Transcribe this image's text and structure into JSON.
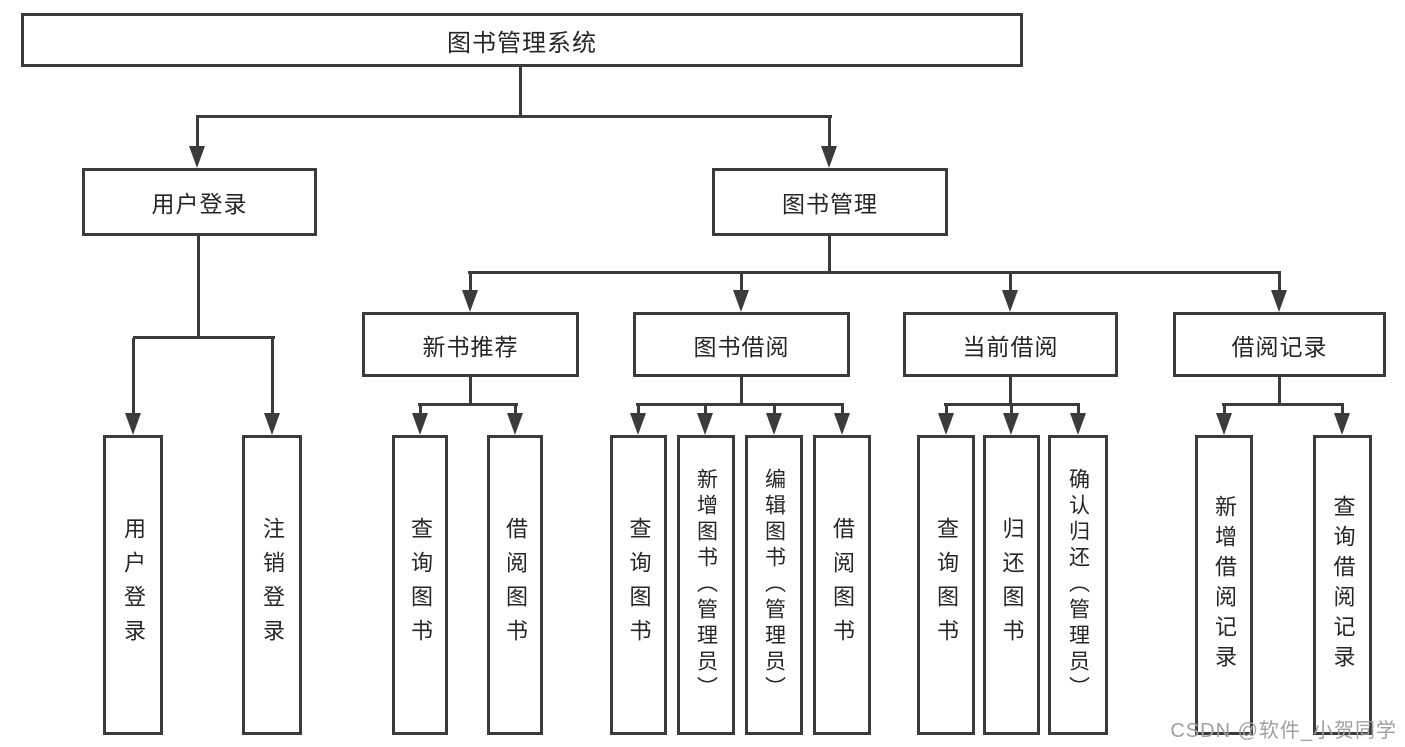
{
  "tree": {
    "root": {
      "label": "图书管理系统"
    },
    "branches": [
      {
        "label": "用户登录",
        "children": [
          {
            "label": "用户登录"
          },
          {
            "label": "注销登录"
          }
        ]
      },
      {
        "label": "图书管理",
        "children": [
          {
            "label": "新书推荐",
            "children": [
              {
                "label": "查询图书"
              },
              {
                "label": "借阅图书"
              }
            ]
          },
          {
            "label": "图书借阅",
            "children": [
              {
                "label": "查询图书"
              },
              {
                "label": "新增图书（管理员）"
              },
              {
                "label": "编辑图书（管理员）"
              },
              {
                "label": "借阅图书"
              }
            ]
          },
          {
            "label": "当前借阅",
            "children": [
              {
                "label": "查询图书"
              },
              {
                "label": "归还图书"
              },
              {
                "label": "确认归还（管理员）"
              }
            ]
          },
          {
            "label": "借阅记录",
            "children": [
              {
                "label": "新增借阅记录"
              },
              {
                "label": "查询借阅记录"
              }
            ]
          }
        ]
      }
    ]
  },
  "watermark": {
    "text": "CSDN @软件_小贺同学"
  },
  "colors": {
    "line": "#3b3b3b",
    "text": "#262626",
    "background": "#ffffff",
    "watermark": "#a0a0a0"
  }
}
